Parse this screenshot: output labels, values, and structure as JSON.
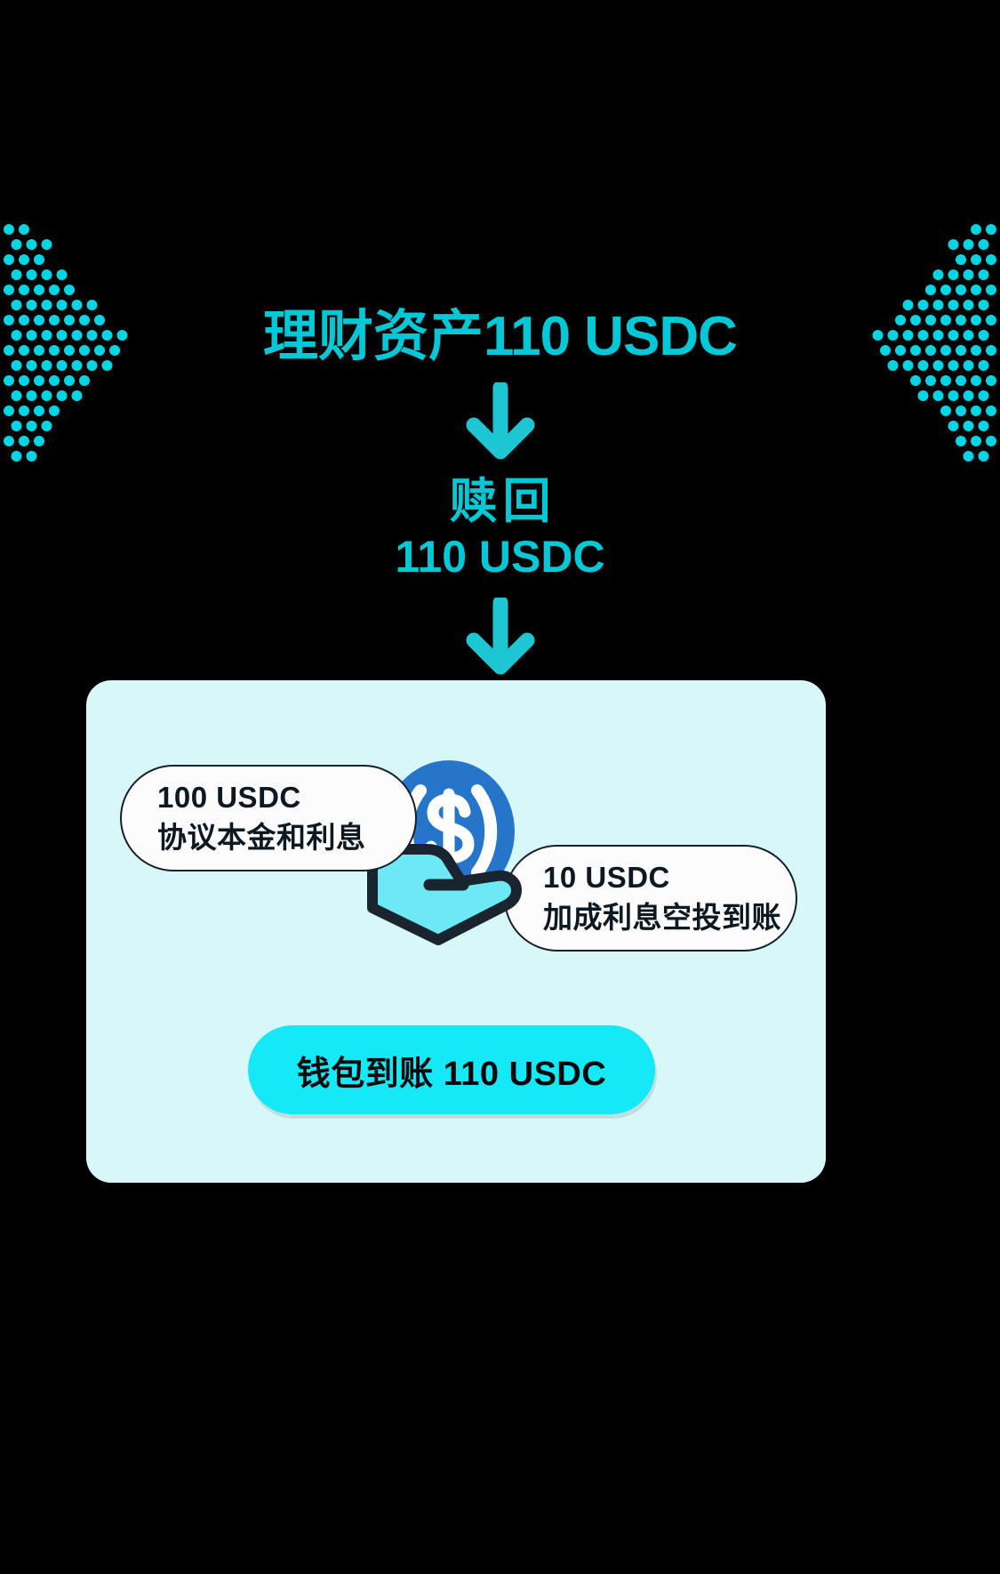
{
  "theme": {
    "background": "#000000",
    "accent_cyan": "#00C8D7",
    "bright_cyan": "#15E9F5",
    "card_bg": "#D7F7F9",
    "bubble_bg": "#FCFCFC",
    "outline": "#15202B",
    "usdc_blue": "#2775CA",
    "hand_fill": "#6CE9F4",
    "text_dark": "#0E1821"
  },
  "headline": {
    "label": "理财资产",
    "amount": "110 USDC",
    "full": "理财资产110 USDC"
  },
  "flow": {
    "arrow_1": "down-arrow",
    "redeem_label": "赎回",
    "redeem_amount": "110 USDC",
    "arrow_2": "down-arrow"
  },
  "card": {
    "bubble_left": {
      "amount": "100 USDC",
      "description": "协议本金和利息"
    },
    "bubble_right": {
      "amount": "10 USDC",
      "description": "加成利息空投到账"
    },
    "illustration": {
      "coin": "usdc-coin-icon",
      "hand": "open-hand-icon"
    },
    "pill_button": "钱包到账 110 USDC"
  },
  "decoration": {
    "left_pattern": "dotted-chevron-left",
    "right_pattern": "dotted-chevron-right",
    "dot_color": "#00D5E4"
  }
}
